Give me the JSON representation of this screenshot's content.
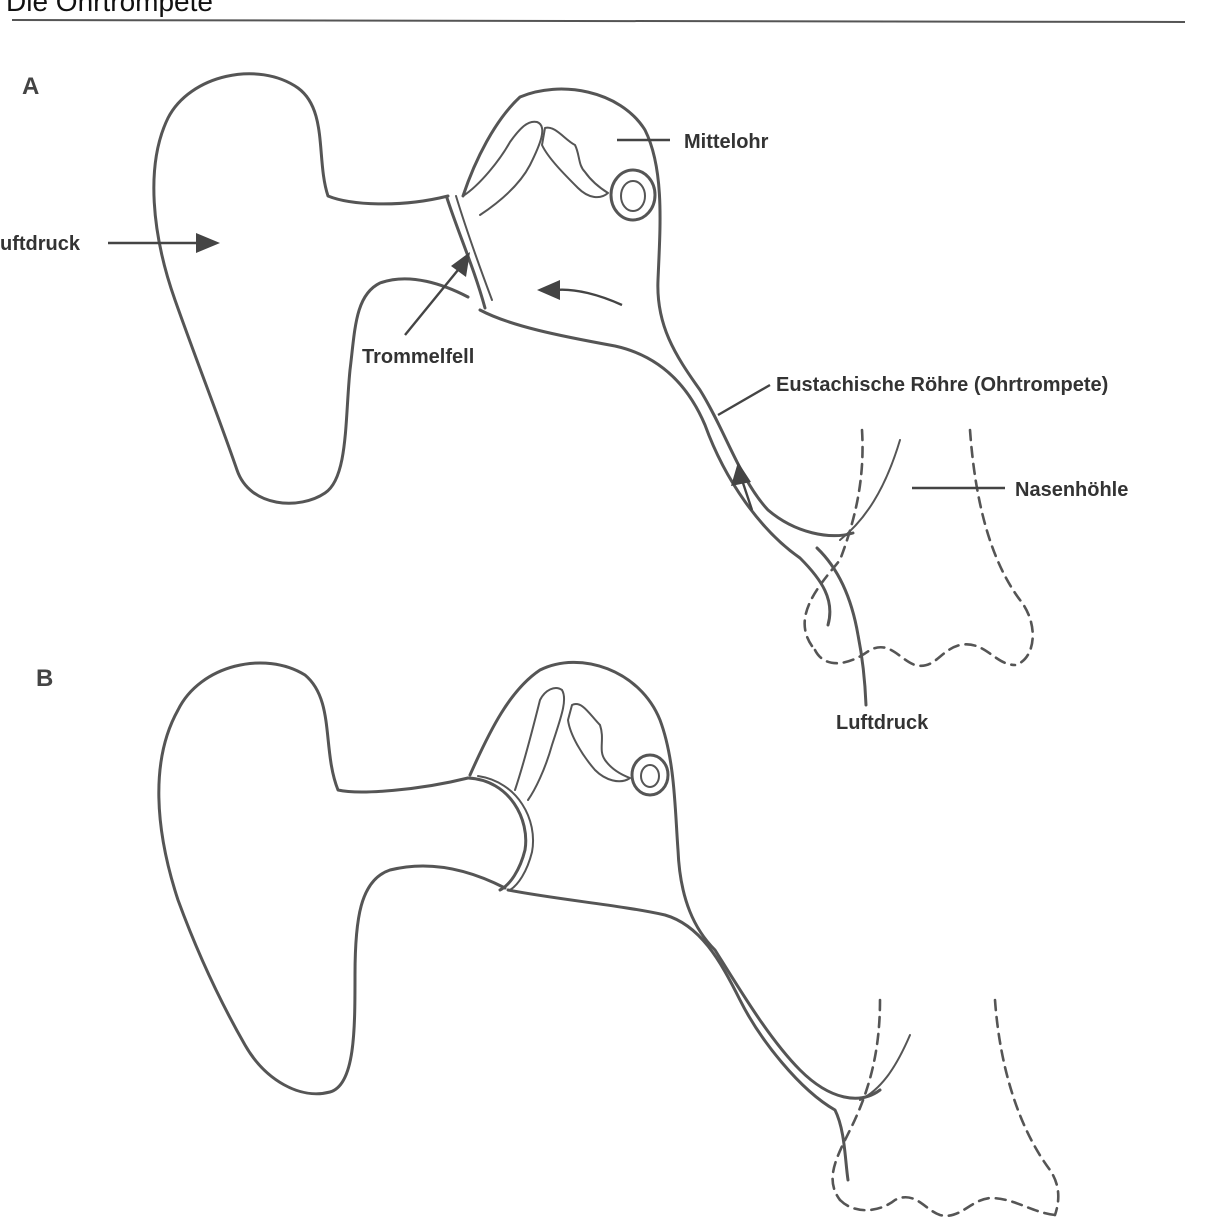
{
  "title": "Die Ohrtrompete",
  "panels": [
    {
      "id": "A",
      "labels": {
        "luftdruck_left": "uftdruck",
        "mittelohr": "Mittelohr",
        "trommelfell": "Trommelfell",
        "eustachische": "Eustachische Röhre (Ohrtrompete)",
        "nasenhoehle": "Nasenhöhle",
        "luftdruck_bottom": "Luftdruck"
      }
    },
    {
      "id": "B"
    }
  ],
  "colors": {
    "line": "#555555",
    "text": "#333333",
    "background": "#ffffff"
  }
}
